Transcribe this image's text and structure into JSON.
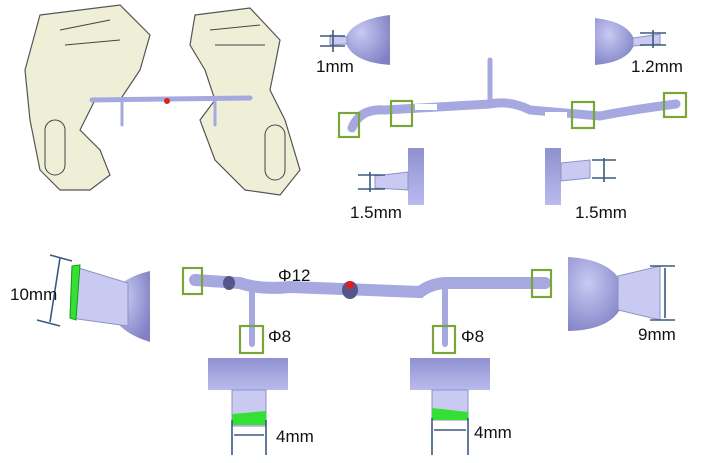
{
  "colors": {
    "pipe": "#a6a8e0",
    "highlight_box": "#7aa53a",
    "outlet_face": "#33e033",
    "valve": "#e02020",
    "panel": "#efeed6"
  },
  "top_right": {
    "labels": {
      "top_left_outlet": "1mm",
      "top_right_outlet": "1.2mm",
      "bottom_left_outlet": "1.5mm",
      "bottom_right_outlet": "1.5mm"
    }
  },
  "bottom": {
    "main_pipe_diameter": "Φ12",
    "branch_left_diameter": "Φ8",
    "branch_right_diameter": "Φ8",
    "left_outlet": "10mm",
    "right_outlet": "9mm",
    "branch_left_outlet": "4mm",
    "branch_right_outlet": "4mm"
  }
}
